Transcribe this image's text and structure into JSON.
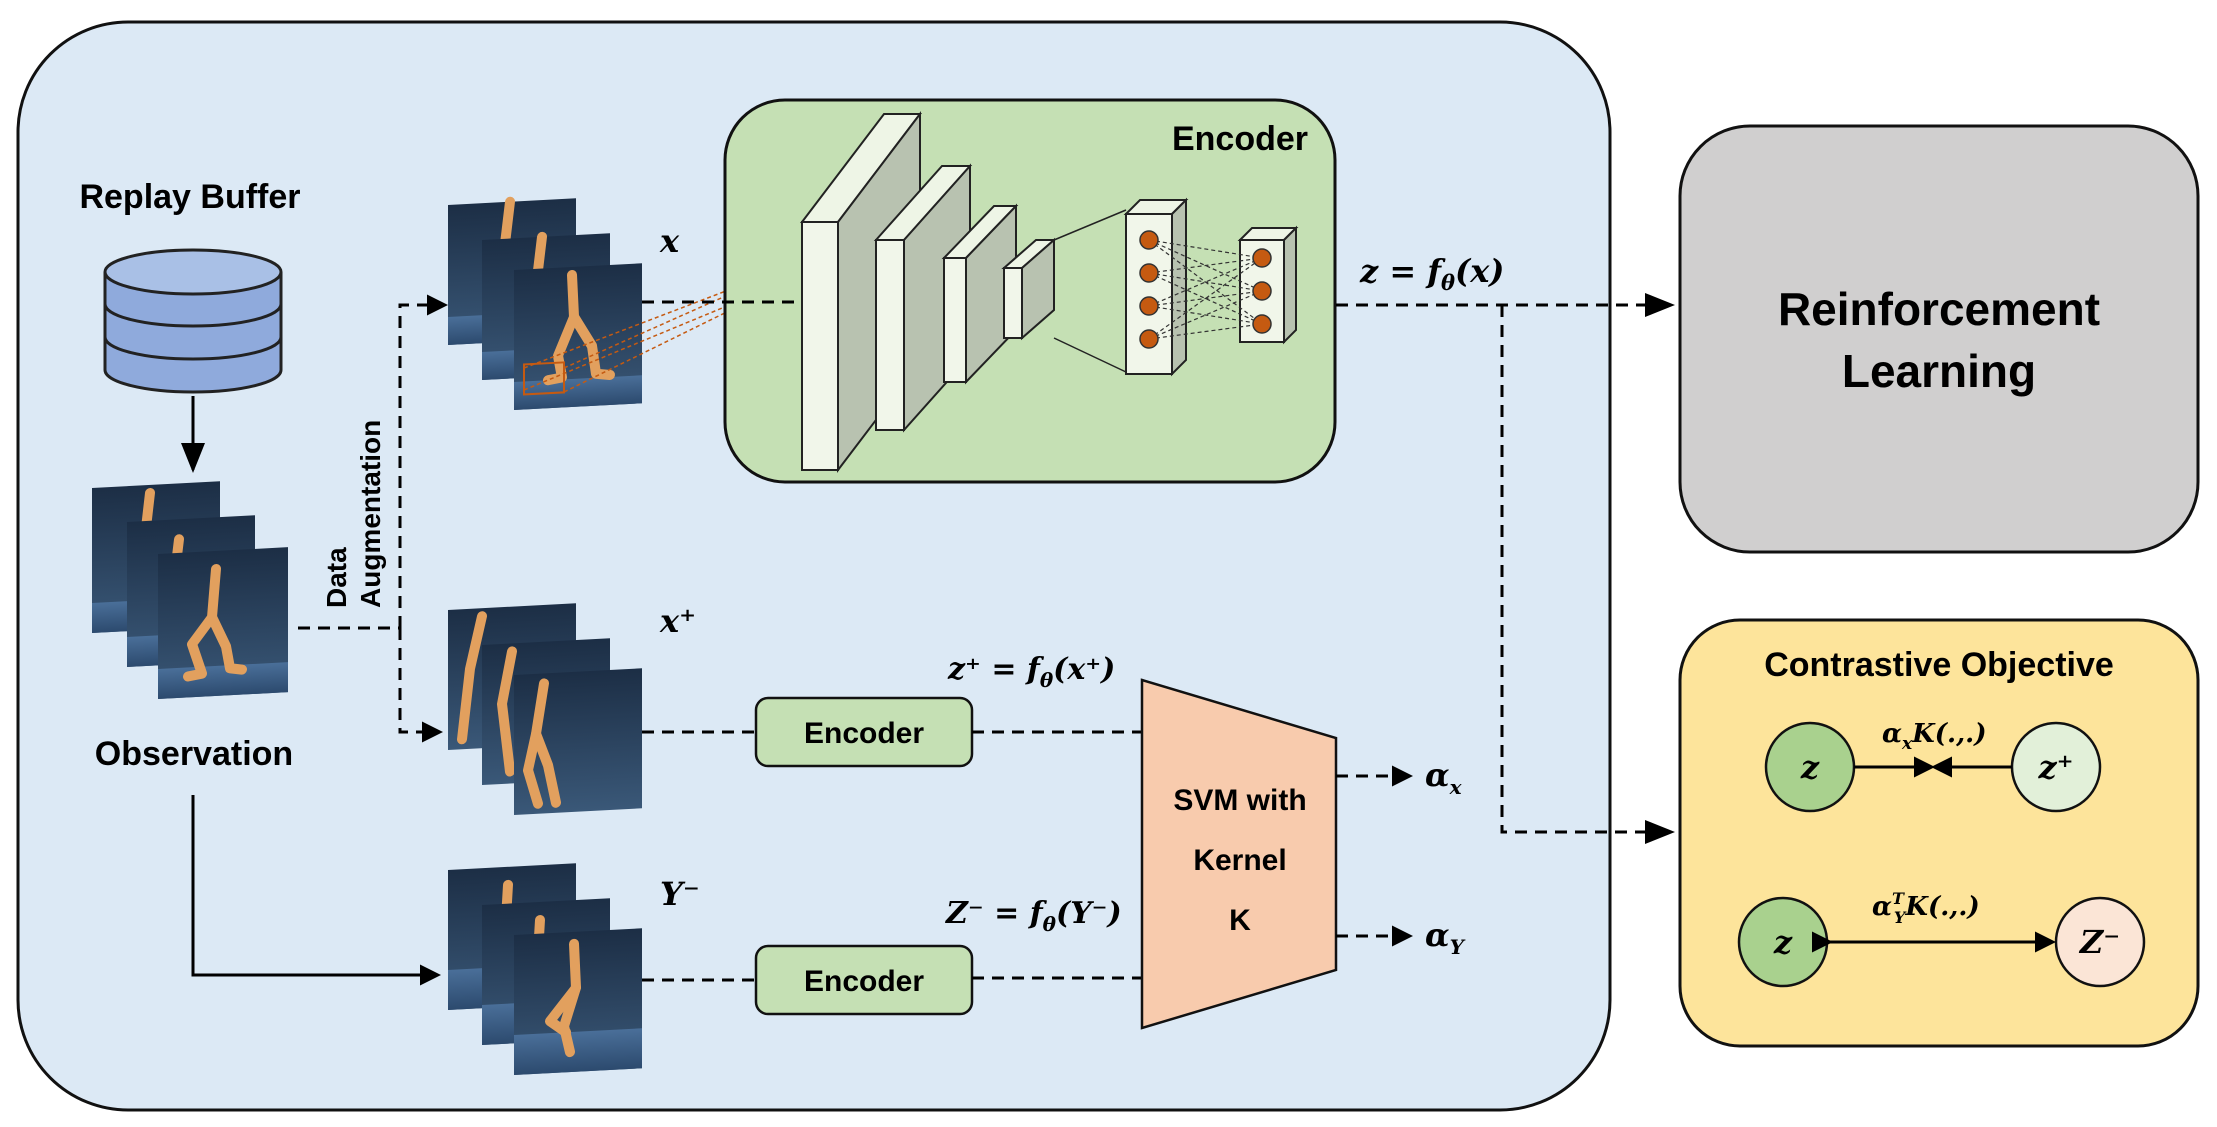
{
  "labels": {
    "replay_buffer": "Replay Buffer",
    "observation": "Observation",
    "data_augmentation_line1": "Data",
    "data_augmentation_line2": "Augmentation",
    "encoder_main": "Encoder",
    "encoder_pos": "Encoder",
    "encoder_neg": "Encoder",
    "svm_line1": "SVM with",
    "svm_line2": "Kernel",
    "svm_line3": "K",
    "rl_line1": "Reinforcement",
    "rl_line2": "Learning",
    "contrastive_title": "Contrastive Objective"
  },
  "math": {
    "x": "x",
    "x_plus": "x⁺",
    "y_minus": "Y⁻",
    "z_eq": "z = f",
    "z_eq_sub": "θ",
    "z_eq_tail": "(x)",
    "zplus_eq": "z⁺ = f",
    "zplus_eq_sub": "θ",
    "zplus_eq_tail": "(x⁺)",
    "zminus_eq": "Z⁻ = f",
    "zminus_eq_sub": "θ",
    "zminus_eq_tail": "(Y⁻)",
    "alpha_x": "α",
    "alpha_x_sub": "x",
    "alpha_y": "α",
    "alpha_y_sub": "Y",
    "node_z1": "z",
    "node_zplus": "z⁺",
    "node_z2": "z",
    "node_zminus": "Z⁻",
    "kernel_top": "α",
    "kernel_top_sub": "x",
    "kernel_top_tail": "K(.,.)",
    "kernel_bottom": "α",
    "kernel_bottom_sup": "T",
    "kernel_bottom_sub": "Y",
    "kernel_bottom_tail": "K(.,.)"
  },
  "colors": {
    "main_panel": "#dce9f5",
    "encoder_panel": "#c5e0b4",
    "rl_panel": "#d0cfcf",
    "contrastive_panel": "#fde49b",
    "svm": "#f8cbad",
    "node_z": "#a9d18e",
    "node_zplus": "#e2f0d9",
    "node_zminus": "#fbe5d6",
    "database": "#8faadc",
    "neuron": "#c55a11"
  },
  "icons": {
    "database": "database-cylinder-icon",
    "frames": "walker-simulation-frames"
  }
}
